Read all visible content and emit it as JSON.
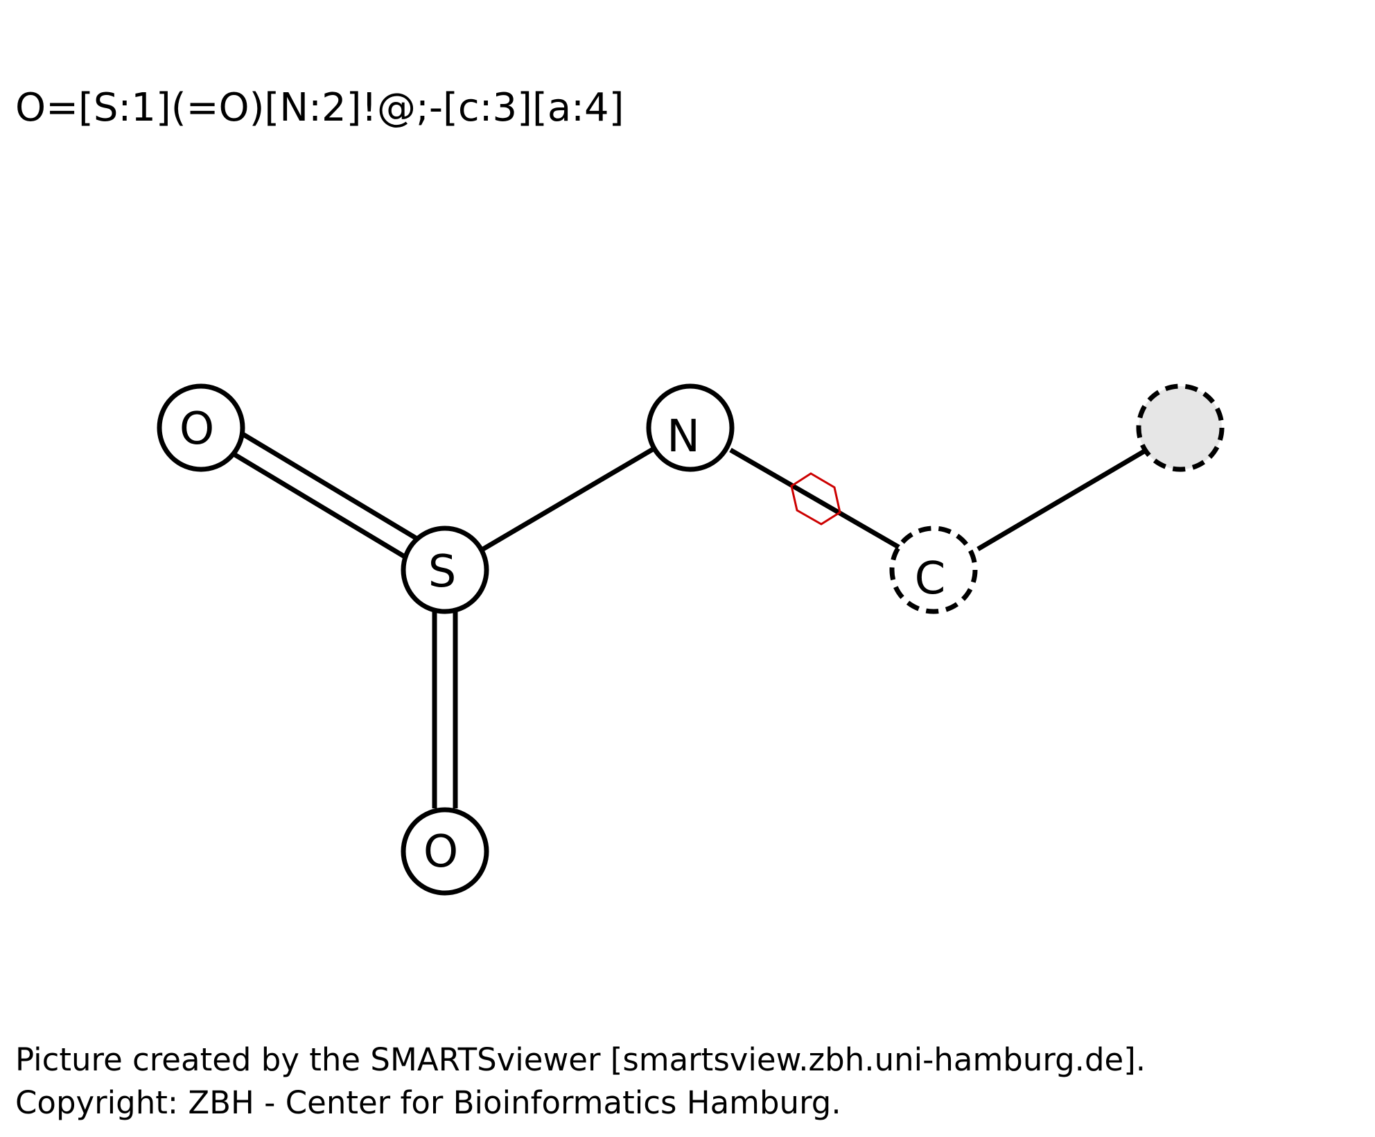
{
  "smarts": "O=[S:1](=O)[N:2]!@;-[c:3][a:4]",
  "atoms": {
    "o1": {
      "label": "O",
      "style": "solid"
    },
    "s": {
      "label": "S",
      "style": "solid"
    },
    "o2": {
      "label": "O",
      "style": "solid"
    },
    "n": {
      "label": "N",
      "style": "solid"
    },
    "c": {
      "label": "C",
      "style": "dashed"
    },
    "a": {
      "label": "",
      "style": "dashed-filled"
    }
  },
  "bonds": [
    {
      "from": "o1",
      "to": "s",
      "order": "double"
    },
    {
      "from": "s",
      "to": "o2",
      "order": "double"
    },
    {
      "from": "s",
      "to": "n",
      "order": "single"
    },
    {
      "from": "n",
      "to": "c",
      "order": "single",
      "marker": "not-ring-bond"
    },
    {
      "from": "c",
      "to": "a",
      "order": "single"
    }
  ],
  "colors": {
    "stroke": "#000000",
    "ring_marker": "#cc0000",
    "aromatic_fill": "#e6e6e6"
  },
  "footer": {
    "line1": "Picture created by the SMARTSviewer [smartsview.zbh.uni-hamburg.de].",
    "line2": "Copyright: ZBH - Center for Bioinformatics Hamburg."
  }
}
